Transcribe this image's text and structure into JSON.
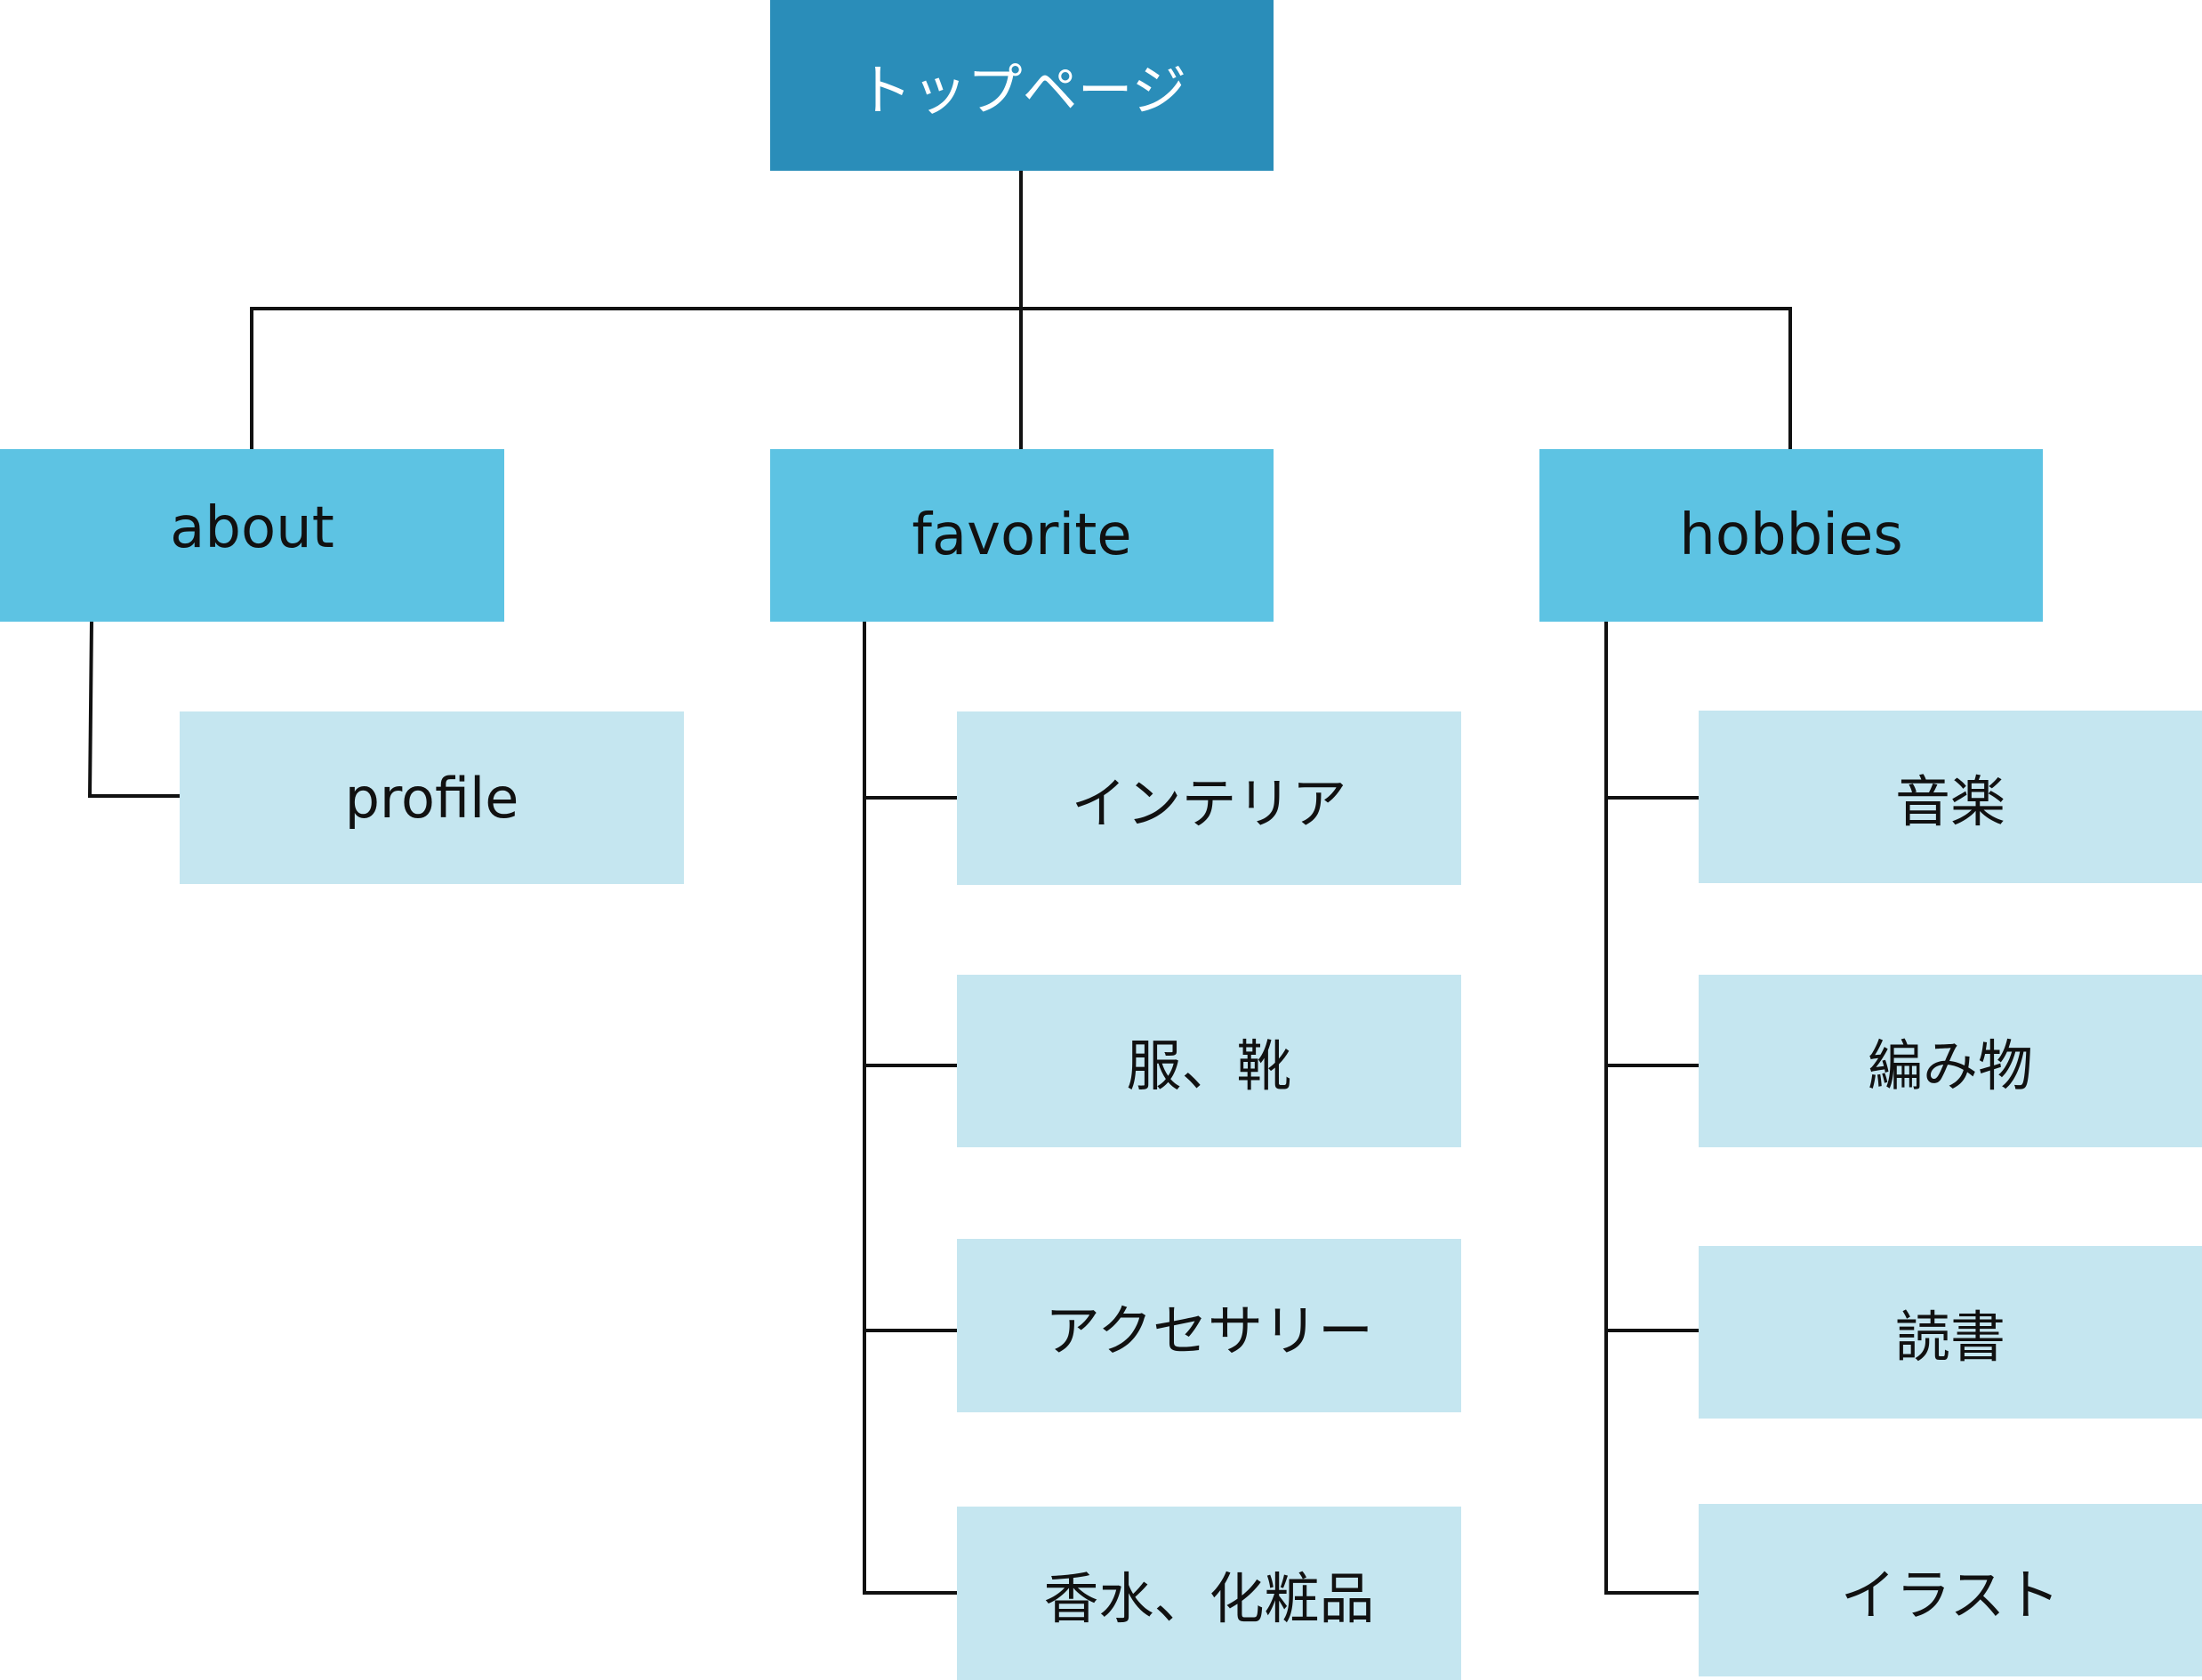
{
  "root": {
    "label": "トップページ"
  },
  "sections": [
    {
      "label": "about",
      "children": [
        "profile"
      ]
    },
    {
      "label": "favorite",
      "children": [
        "インテリア",
        "服、靴",
        "アクセサリー",
        "香水、化粧品"
      ]
    },
    {
      "label": "hobbies",
      "children": [
        "音楽",
        "編み物",
        "読書",
        "イラスト"
      ]
    }
  ],
  "colors": {
    "root_fill": "#2a8db9",
    "section_fill": "#5dc3e3",
    "page_fill": "#c5e6f0",
    "connector": "#111111"
  }
}
